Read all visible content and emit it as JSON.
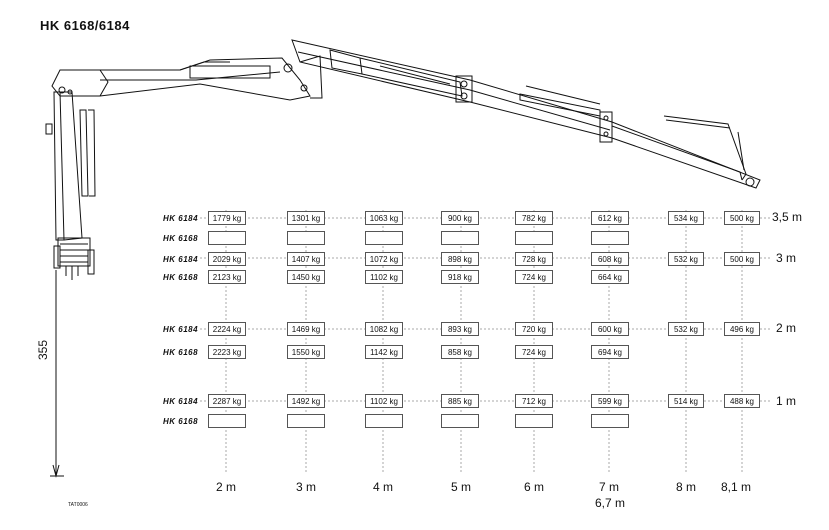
{
  "title": "HK 6168/6184",
  "vertical_dimension": "355",
  "drawing_code": "TAT0006",
  "heights": [
    "3,5 m",
    "3 m",
    "2 m",
    "1 m"
  ],
  "distances": [
    "2 m",
    "3 m",
    "4 m",
    "5 m",
    "6 m",
    "7 m",
    "8 m",
    "8,1 m"
  ],
  "distance_extra": "6,7 m",
  "rows": [
    {
      "label": "HK 6184",
      "values": [
        "1779 kg",
        "1301 kg",
        "1063 kg",
        "900 kg",
        "782 kg",
        "612 kg",
        "534 kg",
        "500 kg"
      ]
    },
    {
      "label": "HK 6168",
      "values": [
        "",
        "",
        "",
        "",
        "",
        "",
        null,
        null
      ]
    },
    {
      "label": "HK 6184",
      "values": [
        "2029 kg",
        "1407 kg",
        "1072 kg",
        "898 kg",
        "728 kg",
        "608 kg",
        "532 kg",
        "500 kg"
      ]
    },
    {
      "label": "HK 6168",
      "values": [
        "2123 kg",
        "1450 kg",
        "1102 kg",
        "918 kg",
        "724 kg",
        "664 kg",
        null,
        null
      ]
    },
    {
      "label": "HK 6184",
      "values": [
        "2224 kg",
        "1469 kg",
        "1082 kg",
        "893 kg",
        "720 kg",
        "600 kg",
        "532 kg",
        "496 kg"
      ]
    },
    {
      "label": "HK 6168",
      "values": [
        "2223 kg",
        "1550 kg",
        "1142 kg",
        "858 kg",
        "724 kg",
        "694 kg",
        null,
        null
      ]
    },
    {
      "label": "HK 6184",
      "values": [
        "2287 kg",
        "1492 kg",
        "1102 kg",
        "885 kg",
        "712 kg",
        "599 kg",
        "514 kg",
        "488 kg"
      ]
    },
    {
      "label": "HK 6168",
      "values": [
        "",
        "",
        "",
        "",
        "",
        "",
        null,
        null
      ]
    }
  ]
}
